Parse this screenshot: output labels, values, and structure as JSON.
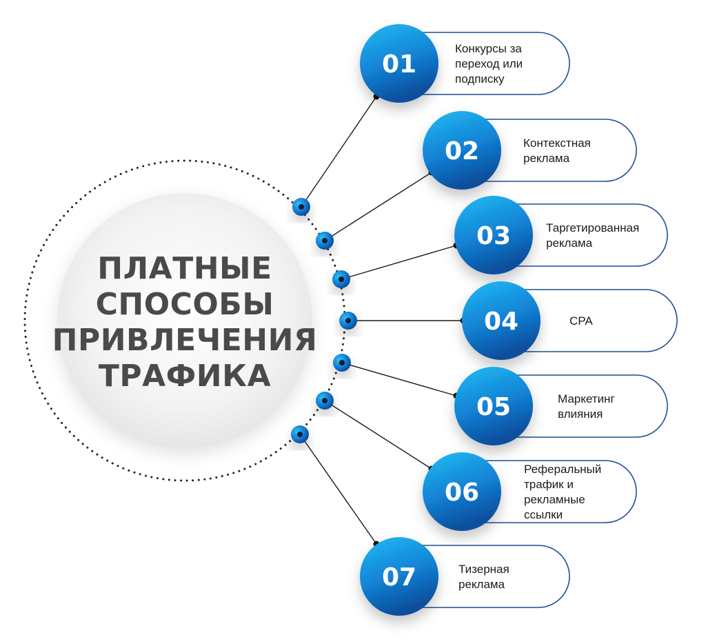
{
  "title_lines": [
    "ПЛАТНЫЕ",
    "СПОСОБЫ",
    "ПРИВЛЕЧЕНИЯ",
    "ТРАФИКА"
  ],
  "items": [
    {
      "number": "01",
      "lines": [
        "Конкурсы за",
        "переход или",
        "подписку"
      ]
    },
    {
      "number": "02",
      "lines": [
        "Контекстная",
        "реклама"
      ]
    },
    {
      "number": "03",
      "lines": [
        "Таргетированная",
        "реклама"
      ]
    },
    {
      "number": "04",
      "lines": [
        "CPA"
      ]
    },
    {
      "number": "05",
      "lines": [
        "Маркетинг",
        "влияния"
      ]
    },
    {
      "number": "06",
      "lines": [
        "Реферальный",
        "трафик и",
        "рекламные",
        "ссылки"
      ]
    },
    {
      "number": "07",
      "lines": [
        "Тизерная",
        "реклама"
      ]
    }
  ],
  "colors": {
    "accent_light": "#1fb6f2",
    "accent_dark": "#0a4f9e",
    "pill_border": "#1d4f94",
    "connector": "#1a1a1a",
    "title_text": "#4a4a4c"
  }
}
